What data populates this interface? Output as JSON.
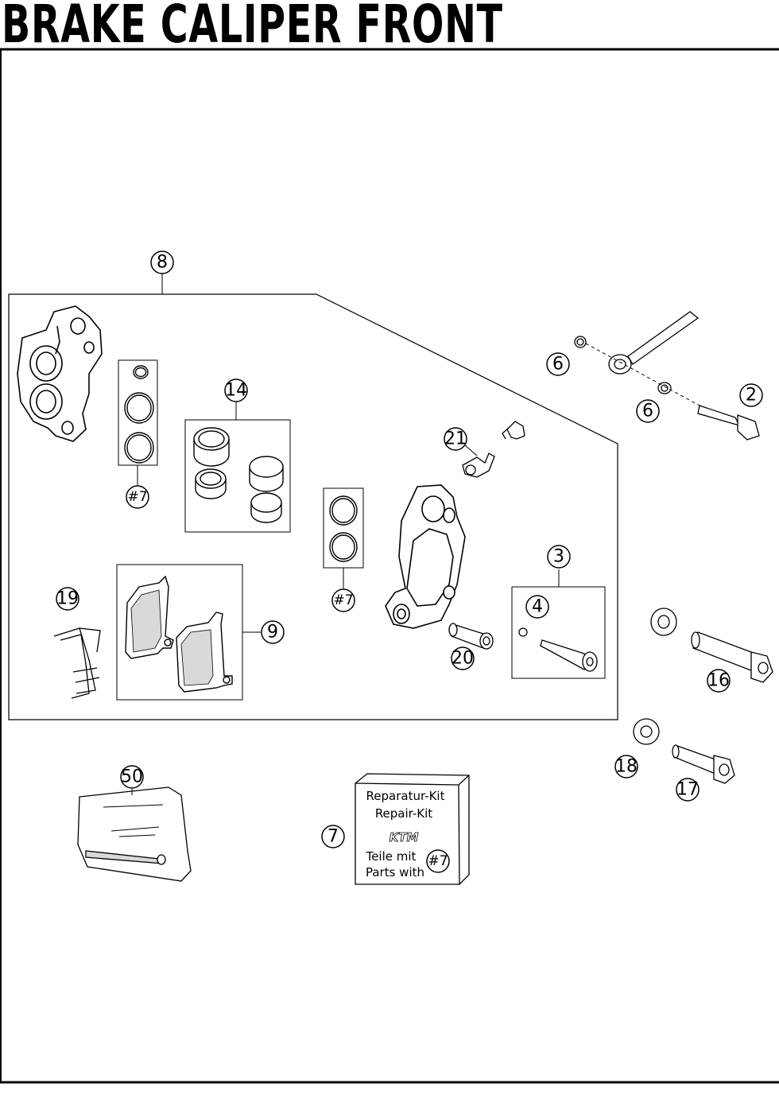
{
  "title": "BRAKE CALIPER FRONT",
  "callouts": {
    "c8": "8",
    "c14": "14",
    "c7a": "#7",
    "c7b": "#7",
    "c7c": "#7",
    "c9": "9",
    "c19": "19",
    "c21": "21",
    "c6a": "6",
    "c6b": "6",
    "c2": "2",
    "c3": "3",
    "c4": "4",
    "c20": "20",
    "c16": "16",
    "c18": "18",
    "c17": "17",
    "c50": "50",
    "c7": "7"
  },
  "repair_kit": {
    "line1": "Reparatur-Kit",
    "line2": "Repair-Kit",
    "logo": "KTM",
    "line3": "Teile mit",
    "line4": "Parts with"
  },
  "colors": {
    "ink": "#000000",
    "paper": "#ffffff",
    "shade": "#d9d9d9"
  }
}
